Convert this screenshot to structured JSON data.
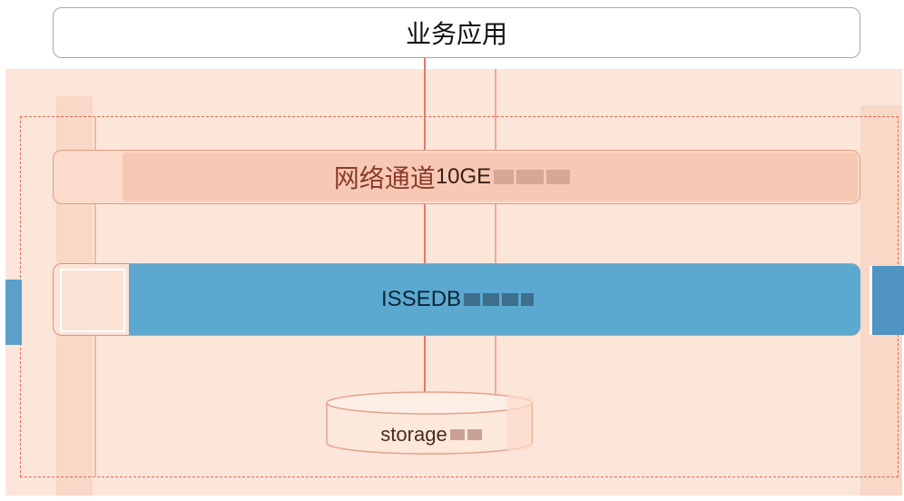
{
  "app": {
    "label": "业务应用"
  },
  "network": {
    "label_cn": "网络通道",
    "label_suffix": "10GE"
  },
  "database": {
    "label": "ISSEDB"
  },
  "storage": {
    "label": "storage"
  },
  "colors": {
    "backdrop": "#fce6d9",
    "accent_red": "#e06b55",
    "db_blue": "#5ba9d1",
    "box_border": "#a8a8a8"
  }
}
